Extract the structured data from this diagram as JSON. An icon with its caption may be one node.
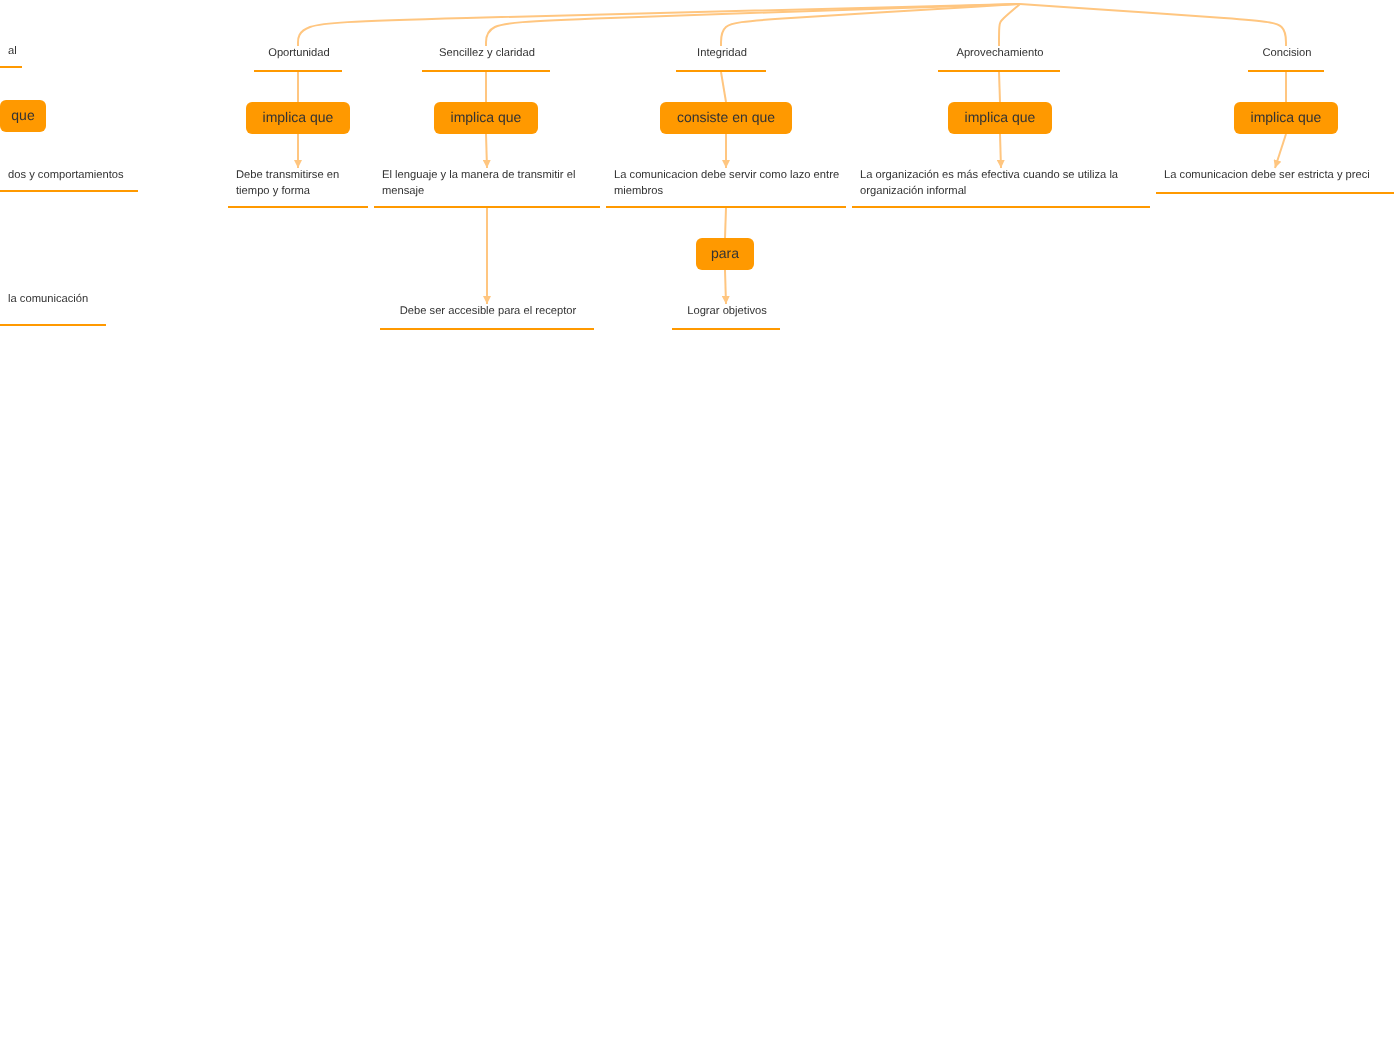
{
  "diagram": {
    "nodes": [
      {
        "text": [
          "al"
        ]
      },
      {
        "text": [
          "que"
        ]
      },
      {
        "text": [
          "dos y comportamientos"
        ]
      },
      {
        "text": [
          "la comunicación"
        ]
      },
      {
        "text": [
          "Oportunidad"
        ]
      },
      {
        "text": [
          "implica que"
        ]
      },
      {
        "text": [
          "Debe transmitirse en tiempo y forma"
        ]
      },
      {
        "text": [
          "Sencillez y claridad"
        ]
      },
      {
        "text": [
          "implica que"
        ]
      },
      {
        "text": [
          "El lenguaje y la manera de transmitir el mensaje"
        ]
      },
      {
        "text": [
          "Debe ser accesible para el receptor"
        ]
      },
      {
        "text": [
          "Integridad"
        ]
      },
      {
        "text": [
          "consiste en que"
        ]
      },
      {
        "text": [
          "La comunicacion debe servir como lazo entre miembros"
        ]
      },
      {
        "text": [
          "para"
        ]
      },
      {
        "text": [
          "Lograr objetivos"
        ]
      },
      {
        "text": [
          "Aprovechamiento"
        ]
      },
      {
        "text": [
          "implica que"
        ]
      },
      {
        "text": [
          "La organización es más efectiva cuando se utiliza la organización informal"
        ]
      },
      {
        "text": [
          "Concision"
        ]
      },
      {
        "text": [
          "implica que"
        ]
      },
      {
        "text": [
          "La comunicacion debe ser estricta y preci"
        ]
      }
    ],
    "edges": [
      {
        "from": null,
        "to": 4,
        "arrow": "none"
      },
      {
        "from": null,
        "to": 7,
        "arrow": "none"
      },
      {
        "from": null,
        "to": 11,
        "arrow": "none"
      },
      {
        "from": null,
        "to": 16,
        "arrow": "none"
      },
      {
        "from": null,
        "to": 19,
        "arrow": "none"
      },
      {
        "from": 4,
        "to": 5,
        "arrow": "none"
      },
      {
        "from": 5,
        "to": 6,
        "arrow": "to"
      },
      {
        "from": 7,
        "to": 8,
        "arrow": "none"
      },
      {
        "from": 8,
        "to": 9,
        "arrow": "to"
      },
      {
        "from": 9,
        "to": 10,
        "arrow": "to"
      },
      {
        "from": 11,
        "to": 12,
        "arrow": "none"
      },
      {
        "from": 12,
        "to": 13,
        "arrow": "to"
      },
      {
        "from": 13,
        "to": 14,
        "arrow": "none"
      },
      {
        "from": 14,
        "to": 15,
        "arrow": "to"
      },
      {
        "from": 16,
        "to": 17,
        "arrow": "none"
      },
      {
        "from": 17,
        "to": 18,
        "arrow": "to"
      },
      {
        "from": 19,
        "to": 20,
        "arrow": "none"
      },
      {
        "from": 20,
        "to": 21,
        "arrow": "to"
      }
    ]
  }
}
